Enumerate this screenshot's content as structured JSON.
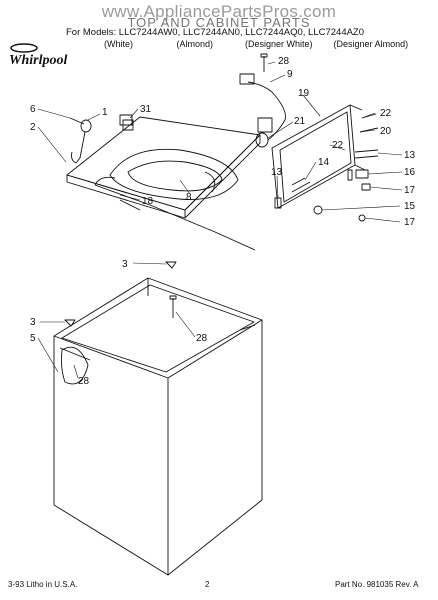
{
  "header": {
    "watermark": "www.AppliancePartsPros.com",
    "title": "TOP AND CABINET PARTS",
    "models_line": "For Models: LLC7244AW0,  LLC7244AN0,  LLC7244AQ0,  LLC7244AZ0",
    "colors": [
      "(White)",
      "(Almond)",
      "(Designer White)",
      "(Designer Almond)"
    ],
    "brand": "Whirlpool"
  },
  "callouts": {
    "c28_top": "28",
    "c9": "9",
    "c31": "31",
    "c6": "6",
    "c1": "1",
    "c2": "2",
    "c19": "19",
    "c22": "22",
    "c20": "20",
    "c21": "21",
    "c13": "13",
    "c14": "14",
    "c16": "16",
    "c17a": "17",
    "c15": "15",
    "c17b": "17",
    "c13b": "13",
    "c18": "18",
    "c8": "8",
    "c3a": "3",
    "c28_mid": "28",
    "c3b": "3",
    "c5": "5",
    "c28_low": "28",
    "c22b": "22"
  },
  "footer": {
    "left": "3-93 Litho in U.S.A.",
    "center": "2",
    "right": "Part No. 981035 Rev. A"
  }
}
